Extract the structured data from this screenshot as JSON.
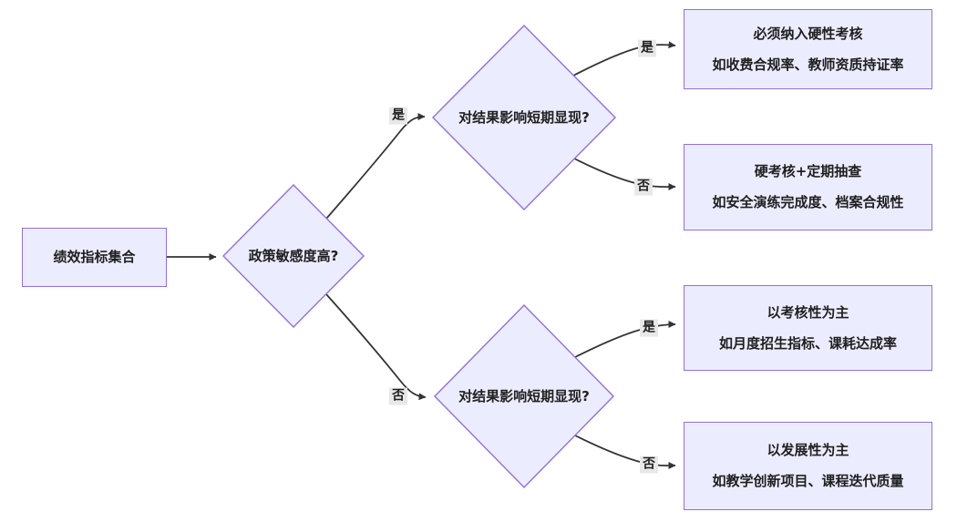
{
  "diagram": {
    "type": "flowchart-decision-tree",
    "colors": {
      "canvas_bg": "#ffffff",
      "node_fill": "#ECECFF",
      "node_border": "#9370DB",
      "edge_color": "#333333",
      "label_bg": "#e8e8e8",
      "text_color": "#1f1f1f"
    },
    "nodes": {
      "start": {
        "label": "绩效指标集合"
      },
      "decision1": {
        "label": "政策敏感度高?"
      },
      "decision2": {
        "label": "对结果影响短期显现?"
      },
      "decision3": {
        "label": "对结果影响短期显现?"
      },
      "result1": {
        "line1": "必须纳入硬性考核",
        "line2": "如收费合规率、教师资质持证率"
      },
      "result2": {
        "line1": "硬考核+定期抽查",
        "line2": "如安全演练完成度、档案合规性"
      },
      "result3": {
        "line1": "以考核性为主",
        "line2": "如月度招生指标、课耗达成率"
      },
      "result4": {
        "line1": "以发展性为主",
        "line2": "如教学创新项目、课程迭代质量"
      }
    },
    "edge_labels": {
      "d1_yes": "是",
      "d1_no": "否",
      "d2_yes": "是",
      "d2_no": "否",
      "d3_yes": "是",
      "d3_no": "否"
    }
  }
}
